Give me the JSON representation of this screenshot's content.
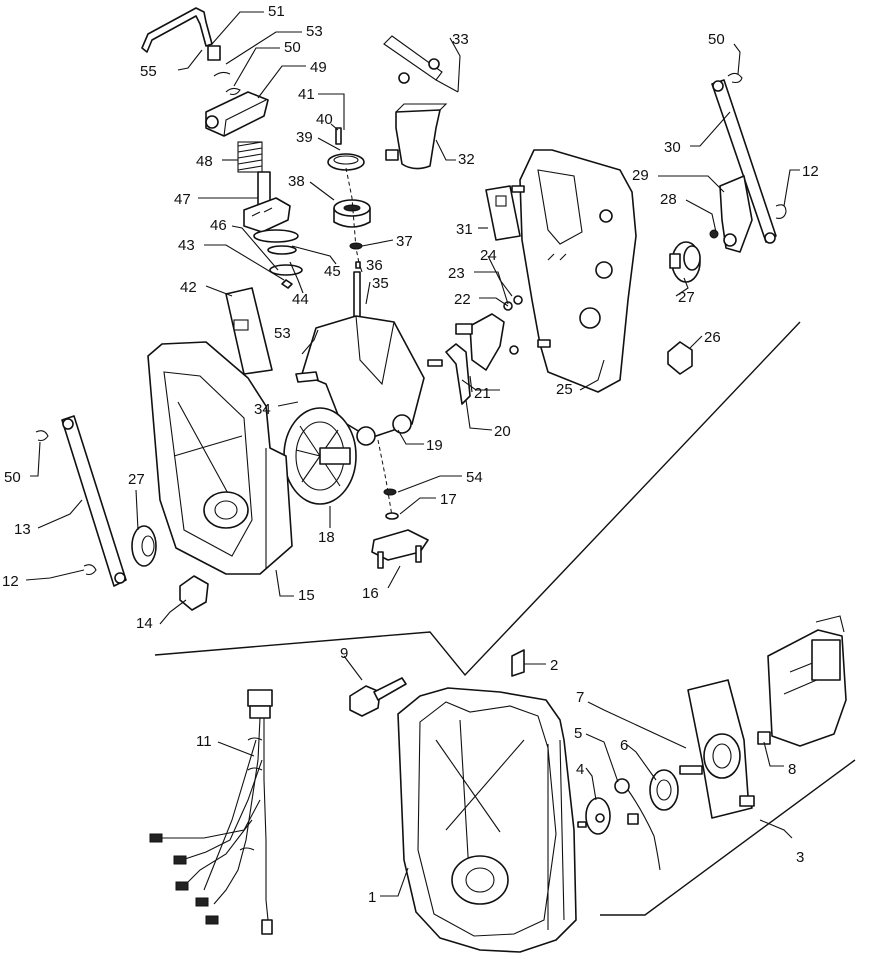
{
  "callouts": {
    "c1": "1",
    "c2": "2",
    "c3": "3",
    "c4": "4",
    "c5": "5",
    "c6": "6",
    "c7": "7",
    "c8": "8",
    "c9": "9",
    "c11": "11",
    "c12a": "12",
    "c12b": "12",
    "c13": "13",
    "c14": "14",
    "c15": "15",
    "c16": "16",
    "c17": "17",
    "c18": "18",
    "c19": "19",
    "c20": "20",
    "c21": "21",
    "c22": "22",
    "c23": "23",
    "c24": "24",
    "c25": "25",
    "c26": "26",
    "c27a": "27",
    "c27b": "27",
    "c28": "28",
    "c29": "29",
    "c30": "30",
    "c31": "31",
    "c32": "32",
    "c33": "33",
    "c34": "34",
    "c35": "35",
    "c36": "36",
    "c37": "37",
    "c38": "38",
    "c39": "39",
    "c40": "40",
    "c41": "41",
    "c42": "42",
    "c43": "43",
    "c44": "44",
    "c45": "45",
    "c46": "46",
    "c47": "47",
    "c48": "48",
    "c49": "49",
    "c50a": "50",
    "c50b": "50",
    "c50c": "50",
    "c51": "51",
    "c53a": "53",
    "c53b": "53",
    "c54": "54",
    "c55": "55"
  },
  "colors": {
    "ink": "#111111",
    "paper": "#ffffff"
  }
}
